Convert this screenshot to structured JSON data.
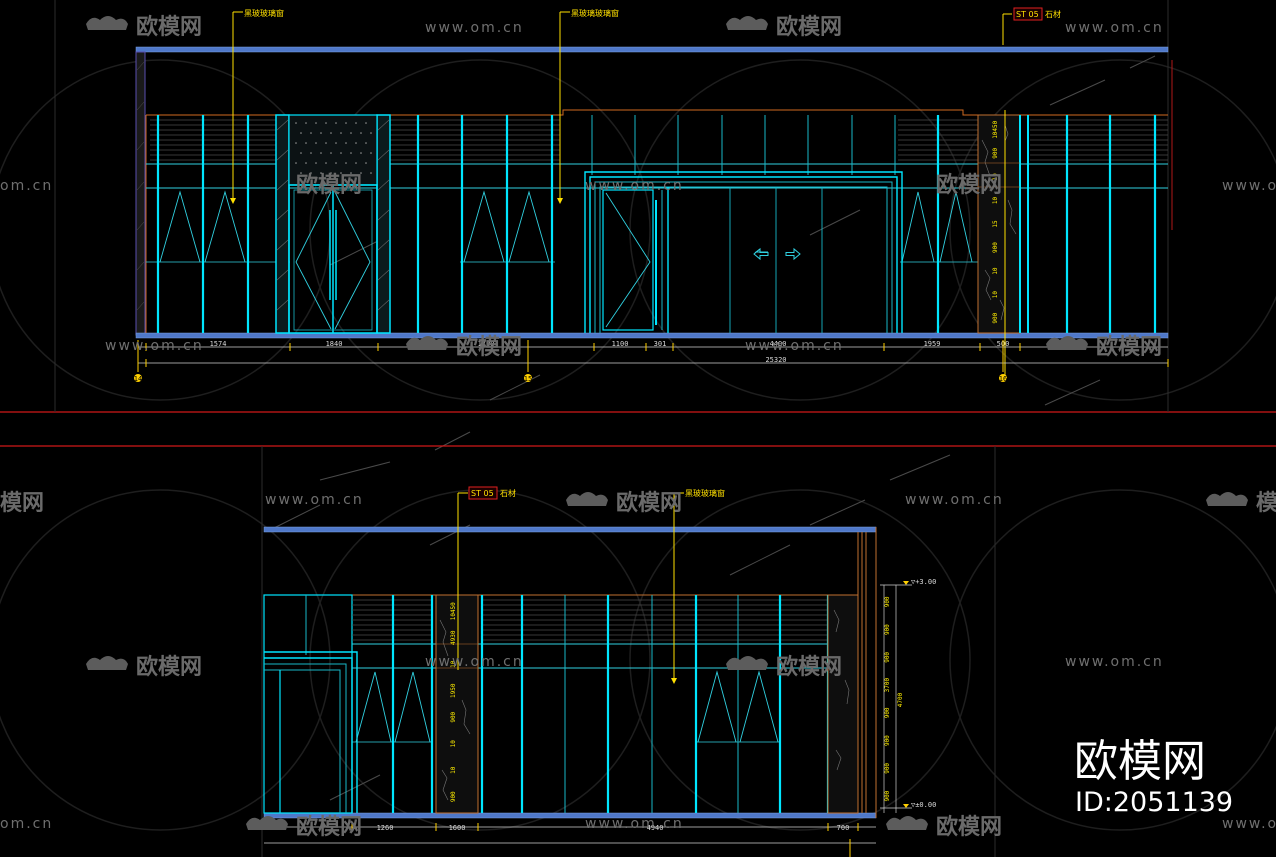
{
  "watermark": {
    "site": "www.om.cn",
    "site_partial": "om.cn",
    "logo": "欧模网",
    "logo_partial": "模网"
  },
  "brand": {
    "name": "欧模网",
    "id": "ID:2051139"
  },
  "elevation_top": {
    "annotations": {
      "left": "黑玻玻璃窗",
      "center": "黑玻璃玻璃窗",
      "right_code": "ST 05",
      "right_text": "石材"
    },
    "axes": [
      "14",
      "15",
      "16"
    ],
    "dims": [
      "1574",
      "1840",
      "1700",
      "1100",
      "301",
      "4400",
      "1959",
      "500"
    ],
    "total": "25320",
    "stone_dims": [
      "10450",
      "900",
      "10",
      "10",
      "15",
      "900",
      "10",
      "10",
      "900"
    ]
  },
  "elevation_bottom": {
    "annotations": {
      "left_code": "ST 05",
      "left_text": "石材",
      "center": "黑玻玻璃窗"
    },
    "dims": [
      "1260",
      "1600",
      "4940",
      "700"
    ],
    "stone_dims": [
      "10450",
      "4930",
      "10",
      "1950",
      "900",
      "10",
      "10",
      "900"
    ],
    "right_dims": [
      "900",
      "900",
      "900",
      "3700",
      "900",
      "900",
      "900",
      "900"
    ],
    "top_level": "▽+3.00",
    "bottom_level": "▽±0.00",
    "right_total": "4700"
  }
}
